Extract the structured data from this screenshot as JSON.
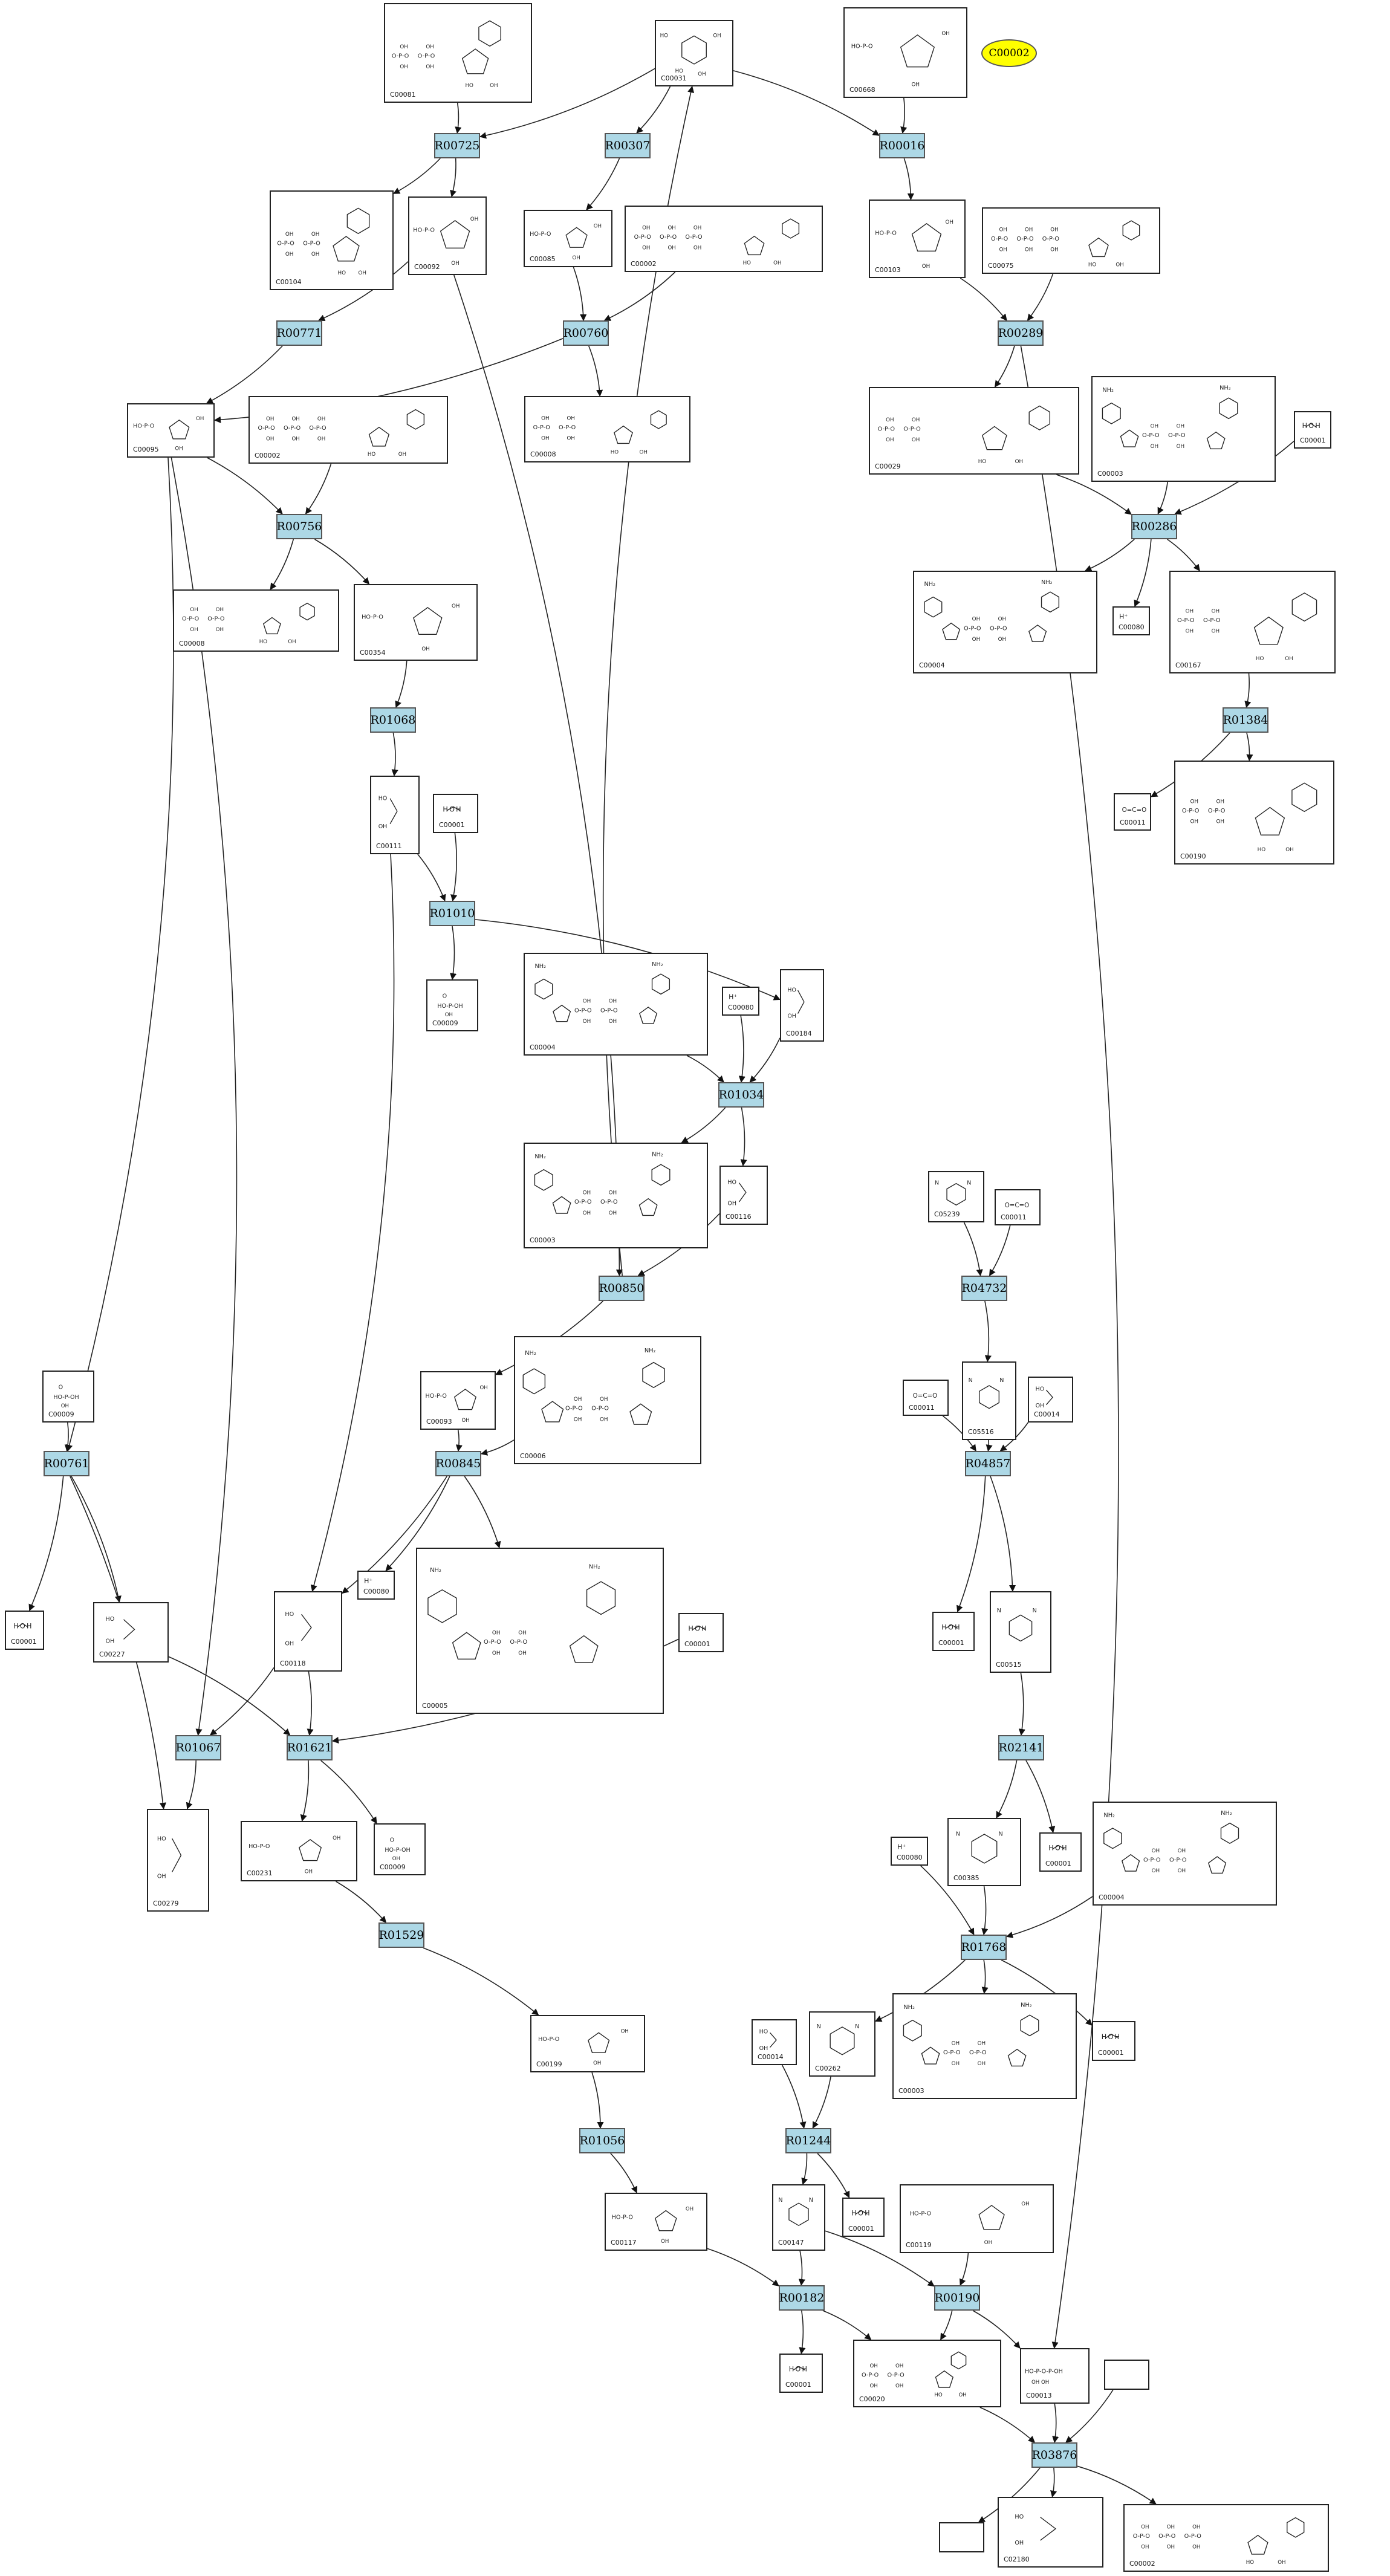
{
  "diagram": {
    "highlight": {
      "label": "C00002"
    },
    "reactions": [
      {
        "id": "R00725",
        "label": "R00725"
      },
      {
        "id": "R00307",
        "label": "R00307"
      },
      {
        "id": "R00016",
        "label": "R00016"
      },
      {
        "id": "R00771",
        "label": "R00771"
      },
      {
        "id": "R00760",
        "label": "R00760"
      },
      {
        "id": "R00289",
        "label": "R00289"
      },
      {
        "id": "R00756",
        "label": "R00756"
      },
      {
        "id": "R00286",
        "label": "R00286"
      },
      {
        "id": "R01068",
        "label": "R01068"
      },
      {
        "id": "R01384",
        "label": "R01384"
      },
      {
        "id": "R01010",
        "label": "R01010"
      },
      {
        "id": "R01034",
        "label": "R01034"
      },
      {
        "id": "R04732",
        "label": "R04732"
      },
      {
        "id": "R00850",
        "label": "R00850"
      },
      {
        "id": "R00761",
        "label": "R00761"
      },
      {
        "id": "R00845",
        "label": "R00845"
      },
      {
        "id": "R04857",
        "label": "R04857"
      },
      {
        "id": "R01067",
        "label": "R01067"
      },
      {
        "id": "R01621",
        "label": "R01621"
      },
      {
        "id": "R02141",
        "label": "R02141"
      },
      {
        "id": "R01529",
        "label": "R01529"
      },
      {
        "id": "R01768",
        "label": "R01768"
      },
      {
        "id": "R01056",
        "label": "R01056"
      },
      {
        "id": "R01244",
        "label": "R01244"
      },
      {
        "id": "R00182",
        "label": "R00182"
      },
      {
        "id": "R00190",
        "label": "R00190"
      },
      {
        "id": "R03876",
        "label": "R03876"
      }
    ],
    "compounds": [
      {
        "id": "c00081a",
        "label": "C00081"
      },
      {
        "id": "c00031a",
        "label": "C00031"
      },
      {
        "id": "c00668a",
        "label": "C00668"
      },
      {
        "id": "c00104a",
        "label": "C00104"
      },
      {
        "id": "c00092a",
        "label": "C00092"
      },
      {
        "id": "c00095a",
        "label": "C00095"
      },
      {
        "id": "c00002a",
        "label": "C00002"
      },
      {
        "id": "c00103a",
        "label": "C00103"
      },
      {
        "id": "c00075a",
        "label": "C00075"
      },
      {
        "id": "c00085a",
        "label": "C00085"
      },
      {
        "id": "c00002b",
        "label": "C00002"
      },
      {
        "id": "c00008a",
        "label": "C00008"
      },
      {
        "id": "c00029a",
        "label": "C00029"
      },
      {
        "id": "c00003a",
        "label": "C00003"
      },
      {
        "id": "c00001a",
        "label": "C00001"
      },
      {
        "id": "c00008b",
        "label": "C00008"
      },
      {
        "id": "c00354a",
        "label": "C00354"
      },
      {
        "id": "c00004a",
        "label": "C00004"
      },
      {
        "id": "c00080a",
        "label": "C00080"
      },
      {
        "id": "c00167a",
        "label": "C00167"
      },
      {
        "id": "c00011a",
        "label": "C00011"
      },
      {
        "id": "c00190a",
        "label": "C00190"
      },
      {
        "id": "c00111a",
        "label": "C00111"
      },
      {
        "id": "c00001b",
        "label": "C00001"
      },
      {
        "id": "c00009a",
        "label": "C00009"
      },
      {
        "id": "c00004b",
        "label": "C00004"
      },
      {
        "id": "c00080b",
        "label": "C00080"
      },
      {
        "id": "c00184a",
        "label": "C00184"
      },
      {
        "id": "c00003b",
        "label": "C00003"
      },
      {
        "id": "c00116a",
        "label": "C00116"
      },
      {
        "id": "c05239a",
        "label": "C05239"
      },
      {
        "id": "c00011b",
        "label": "C00011"
      },
      {
        "id": "c00009b",
        "label": "C00009"
      },
      {
        "id": "c00093a",
        "label": "C00093"
      },
      {
        "id": "c00006a",
        "label": "C00006"
      },
      {
        "id": "c00011c",
        "label": "C00011"
      },
      {
        "id": "c05516a",
        "label": "C05516"
      },
      {
        "id": "c00014a",
        "label": "C00014"
      },
      {
        "id": "c00080c",
        "label": "C00080"
      },
      {
        "id": "c00005a",
        "label": "C00005"
      },
      {
        "id": "c00001c",
        "label": "C00001"
      },
      {
        "id": "c00227a",
        "label": "C00227"
      },
      {
        "id": "c00118a",
        "label": "C00118"
      },
      {
        "id": "c00001d",
        "label": "C00001"
      },
      {
        "id": "c00001e",
        "label": "C00001"
      },
      {
        "id": "c00515a",
        "label": "C00515"
      },
      {
        "id": "c00279a",
        "label": "C00279"
      },
      {
        "id": "c00231a",
        "label": "C00231"
      },
      {
        "id": "c00009c",
        "label": "C00009"
      },
      {
        "id": "c00080d",
        "label": "C00080"
      },
      {
        "id": "c00385a",
        "label": "C00385"
      },
      {
        "id": "c00001f",
        "label": "C00001"
      },
      {
        "id": "c00004c",
        "label": "C00004"
      },
      {
        "id": "c00199a",
        "label": "C00199"
      },
      {
        "id": "c00014b",
        "label": "C00014"
      },
      {
        "id": "c00262a",
        "label": "C00262"
      },
      {
        "id": "c00003c",
        "label": "C00003"
      },
      {
        "id": "c00001g",
        "label": "C00001"
      },
      {
        "id": "c00117a",
        "label": "C00117"
      },
      {
        "id": "c00147a",
        "label": "C00147"
      },
      {
        "id": "c00001h",
        "label": "C00001"
      },
      {
        "id": "c00119a",
        "label": "C00119"
      },
      {
        "id": "c00001i",
        "label": "C00001"
      },
      {
        "id": "c00020a",
        "label": "C00020"
      },
      {
        "id": "c00013a",
        "label": "C00013"
      },
      {
        "id": "blank1",
        "label": ""
      },
      {
        "id": "blank2",
        "label": ""
      },
      {
        "id": "c02180a",
        "label": "C02180"
      },
      {
        "id": "c00002c",
        "label": "C00002"
      }
    ]
  }
}
